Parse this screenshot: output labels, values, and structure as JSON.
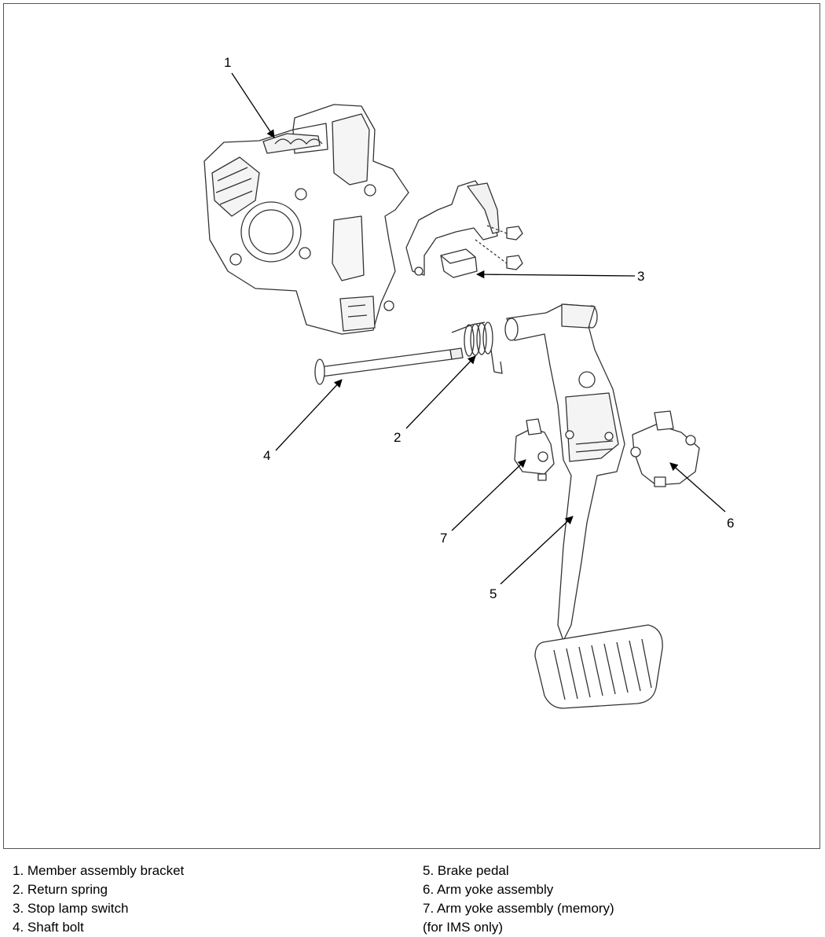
{
  "callouts": {
    "c1": "1",
    "c2": "2",
    "c3": "3",
    "c4": "4",
    "c5": "5",
    "c6": "6",
    "c7": "7"
  },
  "legend": {
    "left": [
      "1. Member assembly bracket",
      "2. Return spring",
      "3. Stop lamp switch",
      "4. Shaft bolt"
    ],
    "right": [
      "5. Brake pedal",
      "6. Arm yoke assembly",
      "7. Arm yoke assembly (memory)",
      "(for IMS only)"
    ]
  }
}
